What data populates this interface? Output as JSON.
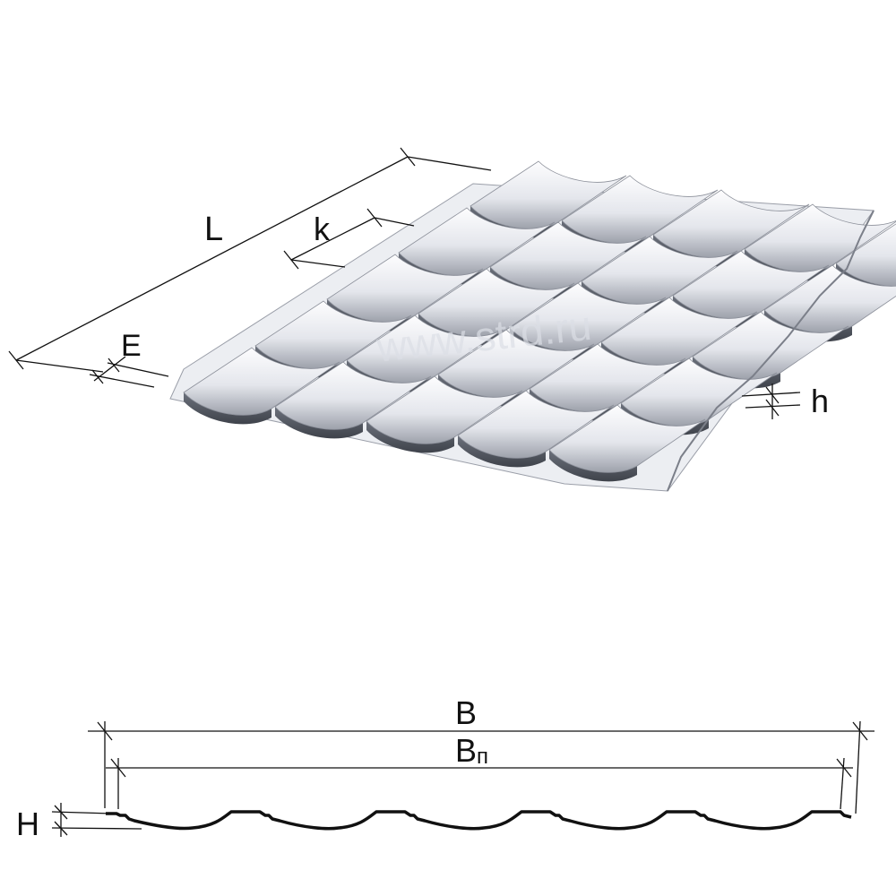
{
  "labels": {
    "length": "L",
    "step": "k",
    "overlap": "E",
    "wave_height": "h",
    "total_width": "B",
    "useful_width_main": "B",
    "useful_width_sub": "п",
    "profile_height": "H"
  },
  "watermark": "www.strd.ru",
  "colors": {
    "line": "#111111",
    "sheet_top": "#f4f5f8",
    "sheet_shadow": "#5d616c",
    "sheet_mid": "#b9bcc5"
  },
  "illustration": {
    "rows": 5,
    "waves_per_row": 5
  }
}
